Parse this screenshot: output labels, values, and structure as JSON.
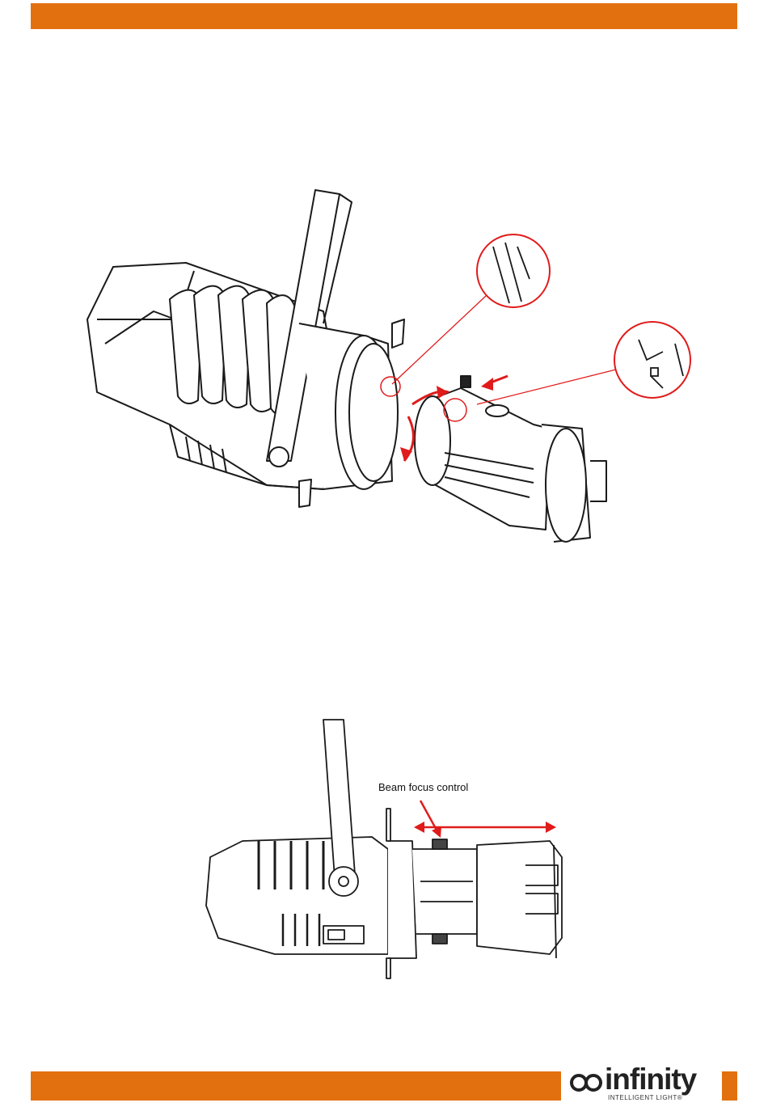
{
  "colors": {
    "accent": "#e3700f",
    "arrow_red": "#e01b1b",
    "line": "#1a1a1a"
  },
  "figure_top": {
    "description_icon": "fixture-lens-mount-icon"
  },
  "figure_bottom": {
    "callout": "Beam focus control"
  },
  "footer": {
    "brand": "infinity",
    "tagline": "INTELLIGENT LIGHT®"
  }
}
